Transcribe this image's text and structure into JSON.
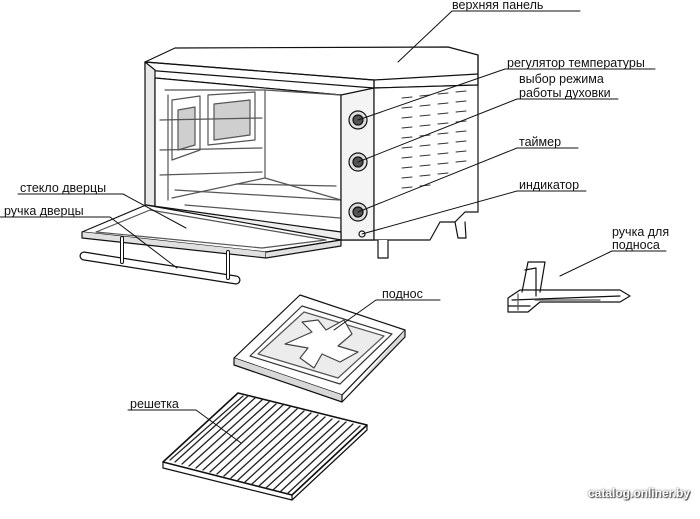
{
  "labels": {
    "top_panel": "верхняя панель",
    "temperature_regulator": "регулятор температуры",
    "mode_select": [
      "выбор режима",
      "работы духовки"
    ],
    "timer": "таймер",
    "indicator": "индикатор",
    "door_glass": "стекло дверцы",
    "door_handle": "ручка дверцы",
    "tray_handle": [
      "ручка для",
      "подноса"
    ],
    "tray": "поднос",
    "grill": "решетка"
  },
  "watermark": "catalog.onliner.by",
  "colors": {
    "line": "#111111",
    "shade": "#cfcfcf",
    "dark": "#3a3a3a"
  }
}
